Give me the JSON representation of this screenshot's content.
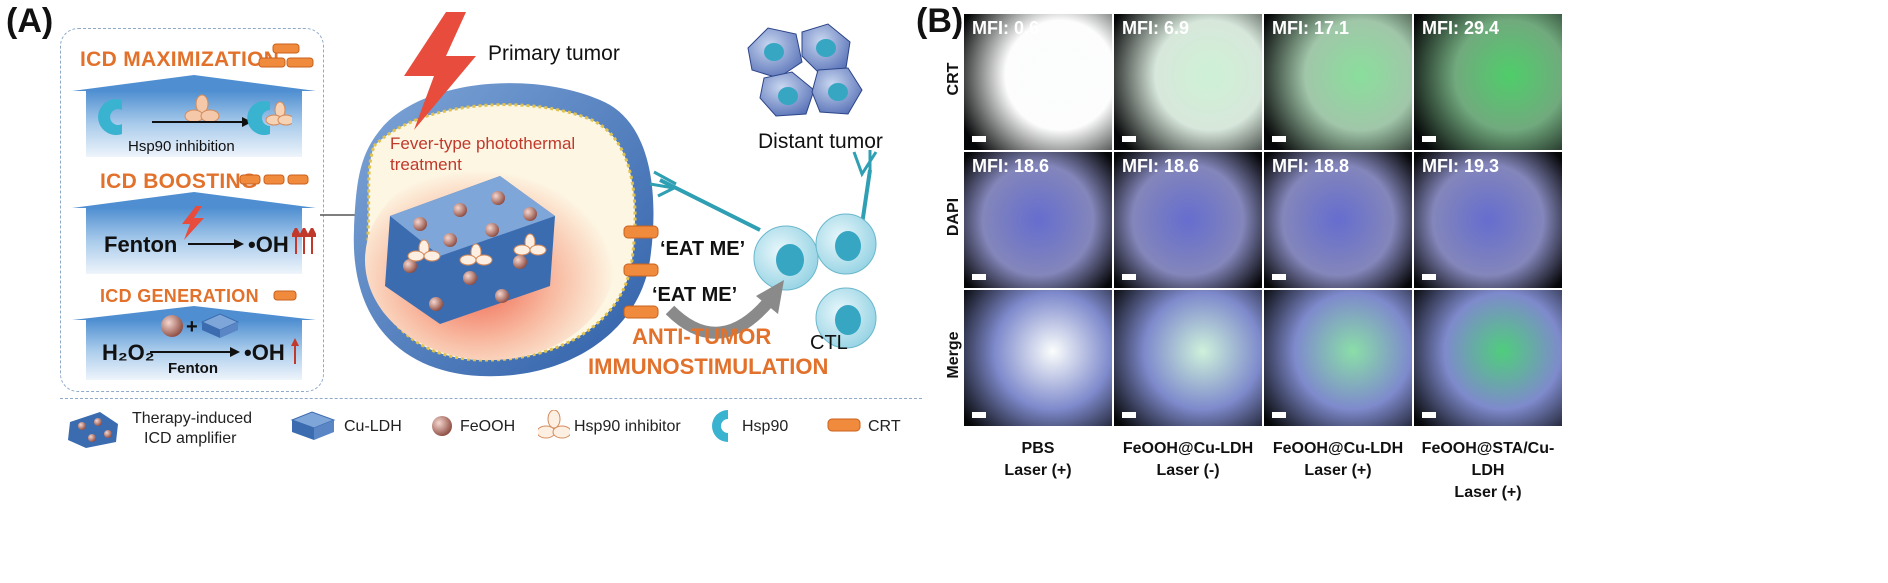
{
  "panel_a": {
    "label": "(A)",
    "sections": {
      "maximization": {
        "title": "ICD MAXIMIZATION",
        "caption": "Hsp90 inhibition"
      },
      "boosting": {
        "title": "ICD BOOSTING",
        "left": "Fenton",
        "right": "•OH"
      },
      "generation": {
        "title": "ICD GENERATION",
        "left": "H₂O₂",
        "right": "•OH",
        "below_arrow": "Fenton"
      }
    },
    "primary_tumor": "Primary tumor",
    "fever_text_1": "Fever-type photothermal",
    "fever_text_2": "treatment",
    "distant_tumor": "Distant tumor",
    "eat_me_1": "‘EAT ME’",
    "eat_me_2": "‘EAT ME’",
    "ctl": "CTL",
    "immuno_1": "ANTI-TUMOR",
    "immuno_2": "IMMUNOSTIMULATION",
    "legend": {
      "amplifier_1": "Therapy-induced",
      "amplifier_2": "ICD amplifier",
      "culdh": "Cu-LDH",
      "feooh": "FeOOH",
      "hsp90_inhibitor": "Hsp90 inhibitor",
      "hsp90": "Hsp90",
      "crt": "CRT"
    }
  },
  "panel_b": {
    "label": "(B)",
    "rows": [
      "CRT",
      "DAPI",
      "Merge"
    ],
    "columns": [
      {
        "line1": "PBS",
        "line2": "Laser (+)"
      },
      {
        "line1": "FeOOH@Cu-LDH",
        "line2": "Laser (-)"
      },
      {
        "line1": "FeOOH@Cu-LDH",
        "line2": "Laser (+)"
      },
      {
        "line1": "FeOOH@STA/Cu-LDH",
        "line2": "Laser (+)"
      }
    ],
    "mfi_crt": [
      "MFI: 0.6",
      "MFI: 6.9",
      "MFI: 17.1",
      "MFI: 29.4"
    ],
    "mfi_dapi": [
      "MFI: 18.6",
      "MFI: 18.6",
      "MFI: 18.8",
      "MFI: 19.3"
    ]
  },
  "colors": {
    "orange": "#e2712b",
    "red_text": "#c0392b",
    "blue": "#4f8fd1",
    "crt_green": "#2fbf55",
    "dapi_blue": "#2a36b8"
  }
}
